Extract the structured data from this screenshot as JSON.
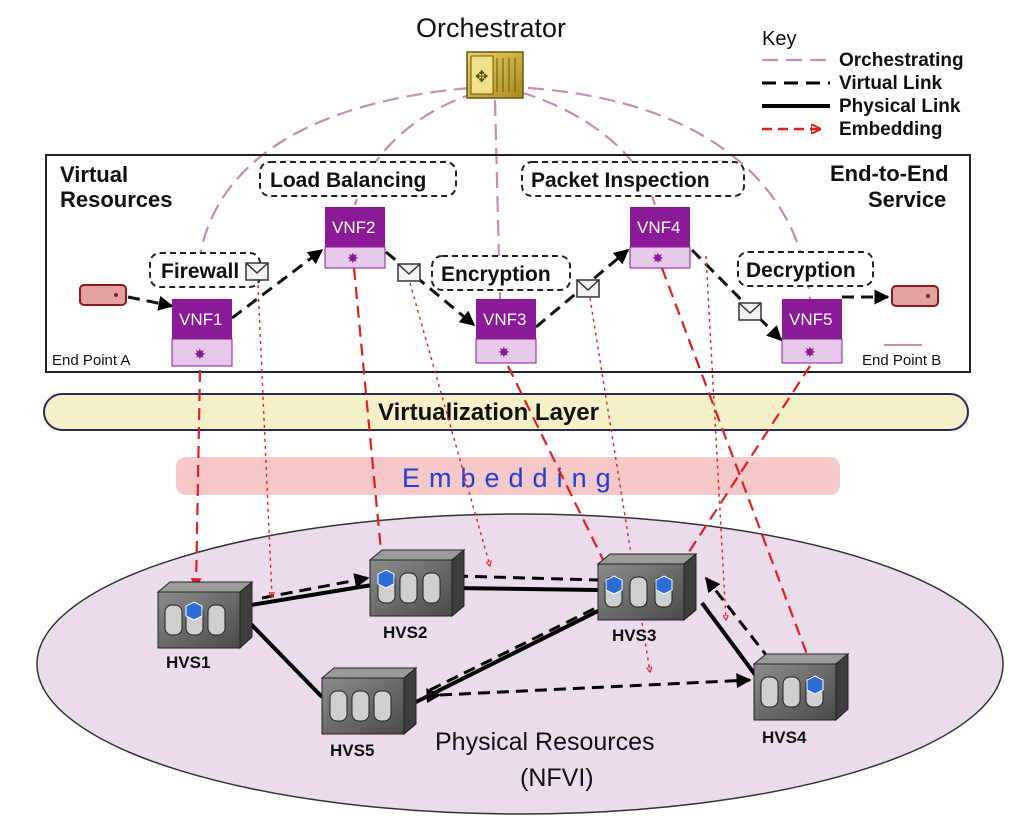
{
  "orchestrator": {
    "label": "Orchestrator"
  },
  "key": {
    "title": "Key",
    "items": [
      {
        "label": "Orchestrating",
        "color": "#c98ab5",
        "style": "long-dash"
      },
      {
        "label": "Virtual Link",
        "color": "#000000",
        "style": "dash"
      },
      {
        "label": "Physical Link",
        "color": "#000000",
        "style": "solid"
      },
      {
        "label": "Embedding",
        "color": "#e02020",
        "style": "dash-arrow"
      }
    ]
  },
  "service_panel": {
    "left_title_line1": "Virtual",
    "left_title_line2": "Resources",
    "right_title_line1": "End-to-End",
    "right_title_line2": "Service",
    "end_point_a": "End Point A",
    "end_point_b": "End Point B"
  },
  "functions": [
    {
      "id": "firewall",
      "label": "Firewall"
    },
    {
      "id": "load-balancing",
      "label": "Load Balancing"
    },
    {
      "id": "encryption",
      "label": "Encryption"
    },
    {
      "id": "packet-inspection",
      "label": "Packet Inspection"
    },
    {
      "id": "decryption",
      "label": "Decryption"
    }
  ],
  "vnfs": [
    {
      "id": "vnf1",
      "label": "VNF1"
    },
    {
      "id": "vnf2",
      "label": "VNF2"
    },
    {
      "id": "vnf3",
      "label": "VNF3"
    },
    {
      "id": "vnf4",
      "label": "VNF4"
    },
    {
      "id": "vnf5",
      "label": "VNF5"
    }
  ],
  "virtualization_layer": {
    "label": "Virtualization Layer"
  },
  "embedding_band": {
    "label": "Embedding"
  },
  "servers": [
    {
      "id": "hvs1",
      "label": "HVS1"
    },
    {
      "id": "hvs2",
      "label": "HVS2"
    },
    {
      "id": "hvs3",
      "label": "HVS3"
    },
    {
      "id": "hvs4",
      "label": "HVS4"
    },
    {
      "id": "hvs5",
      "label": "HVS5"
    }
  ],
  "physical_resources": {
    "line1": "Physical Resources",
    "line2": "(NFVI)"
  },
  "colors": {
    "orchestrating": "#c98ab5",
    "embedding": "#e02020",
    "vnf_top": "#8a1a96",
    "vnf_bottom": "#e6c8ea",
    "virtualization_band": "#f4f0c8",
    "embedding_band": "#f5c9c9",
    "physical_ellipse": "#eadcea",
    "embedding_text": "#1f3fd0"
  }
}
